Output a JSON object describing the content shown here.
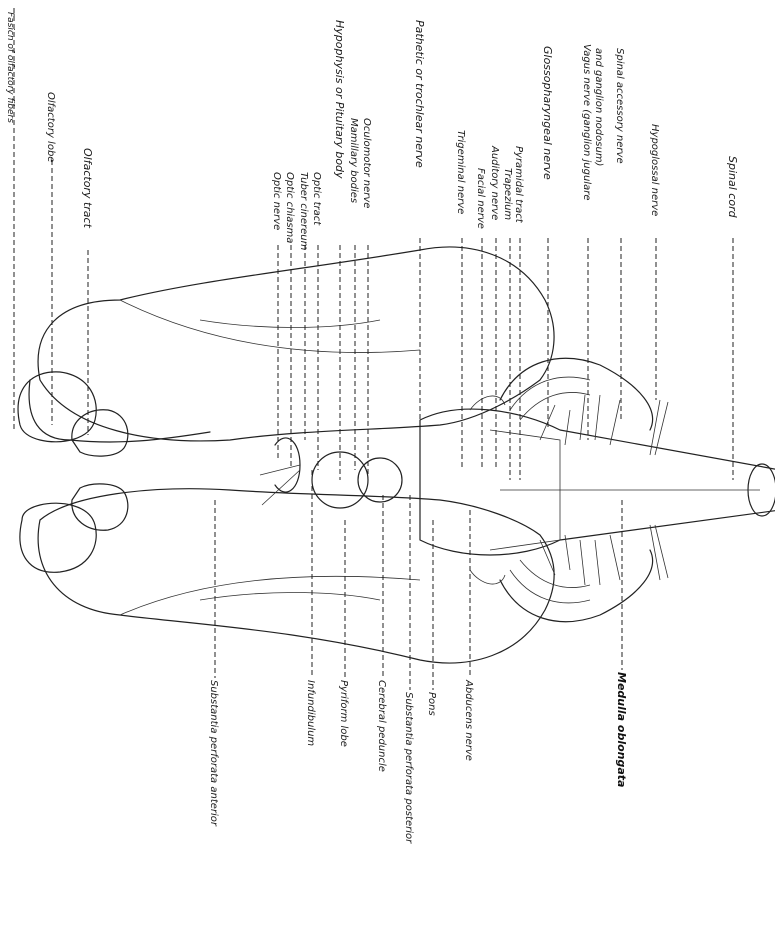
{
  "figure": {
    "labels": {
      "olfactory_fibers": "Fasicn of olfactory fibers",
      "olfactory_lobe": "Olfactory lobe",
      "olfactory_tract": "Olfactory tract",
      "optic_nerve": "Optic nerve",
      "optic_chiasma": "Optic chiasma",
      "tuber_cinereum": "Tuber cinereum",
      "optic_tract": "Optic tract",
      "hypophysis": "Hypophysis or Pituitary body",
      "mamillary_bodies": "Mamillary bodies",
      "oculomotor_nerve": "Oculomotor nerve",
      "trochlear_nerve": "Pathetic or trochlear nerve",
      "trigeminal_nerve": "Trigeminal nerve",
      "facial_nerve": "Facial nerve",
      "auditory_nerve": "Auditory nerve",
      "trapezium": "Trapezium",
      "pyramidal_tract": "Pyramidal tract",
      "glossopharyngeal_nerve": "Glossopharyngeal nerve",
      "vagus_nerve_1": "Vagus nerve (ganglion jugulare",
      "vagus_nerve_2": "and ganglion nodosum)",
      "spinal_accessory_nerve": "Spinal accessory nerve",
      "hypoglossal_nerve": "Hypoglossal nerve",
      "spinal_cord": "Spinal cord",
      "substantia_perforata_anterior": "Substantia perforata anterior",
      "infundibulum": "Infundibulum",
      "pyriform_lobe": "Pyriform lobe",
      "cerebral_peduncle": "Cerebral peduncle",
      "substantia_perforata_posterior": "Substantia perforata posterior",
      "pons": "Pons",
      "abducens_nerve": "Abducens nerve",
      "medulla_oblongata": "Medulla oblongata"
    }
  }
}
